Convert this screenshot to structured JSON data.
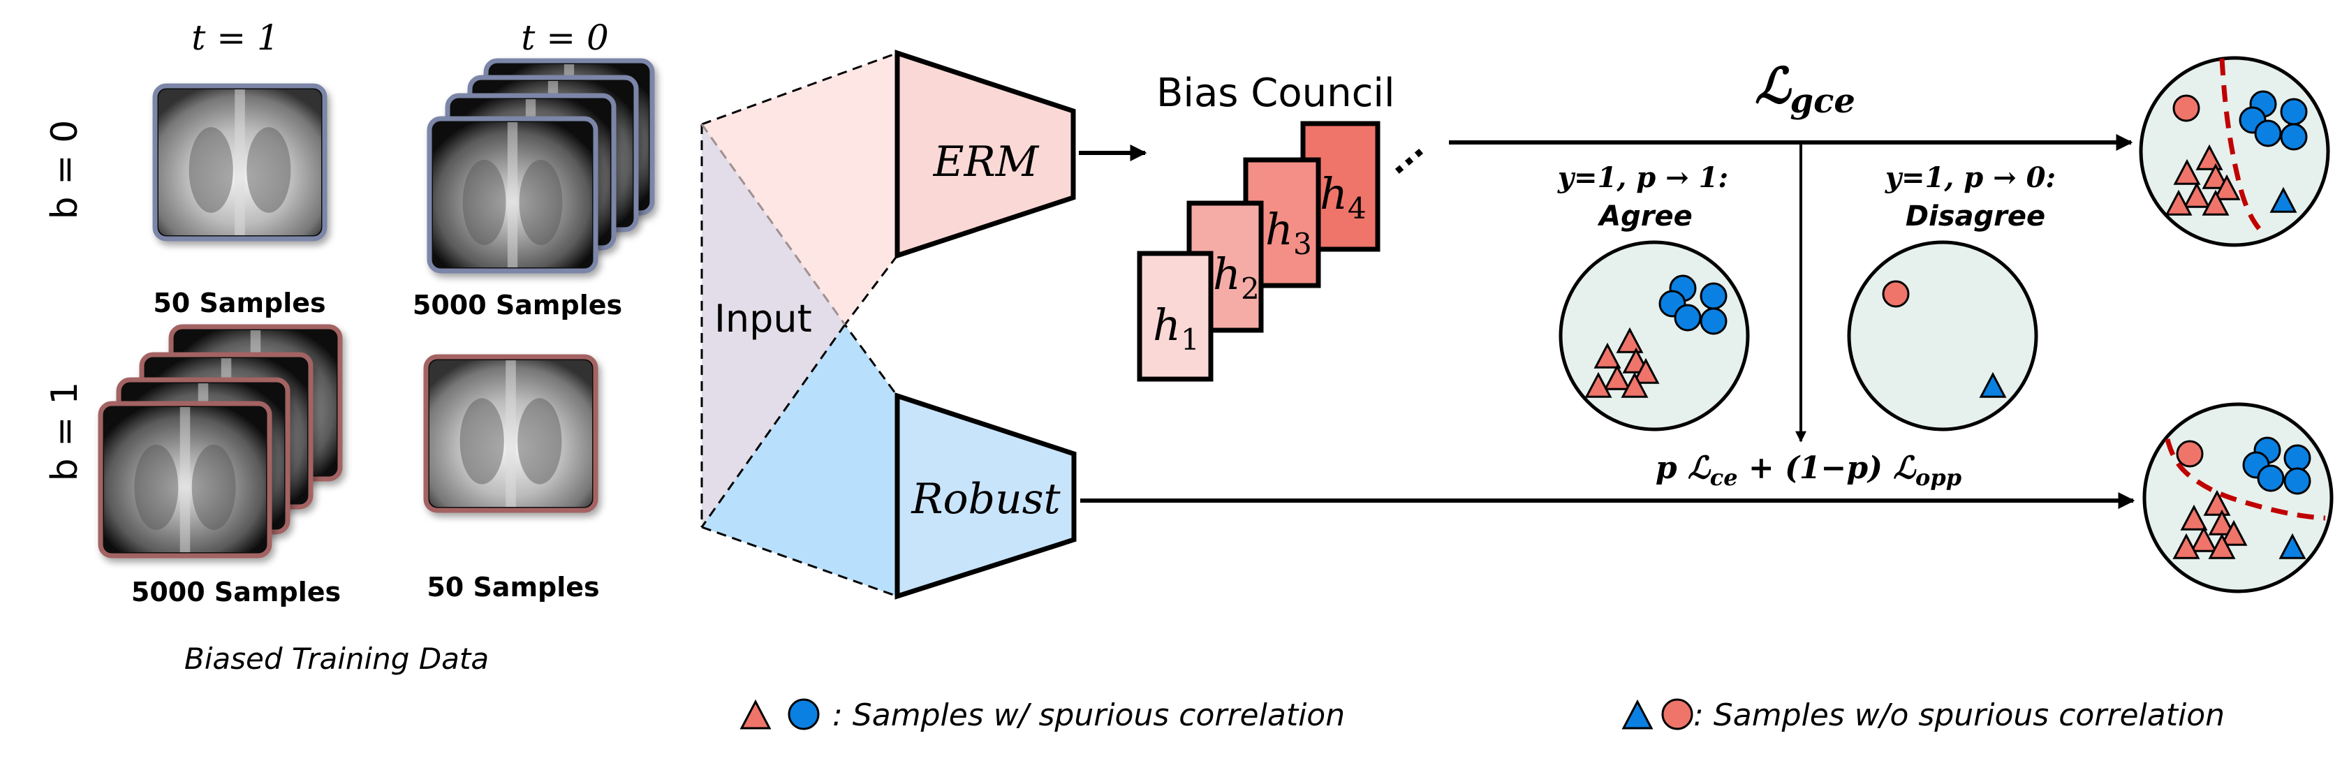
{
  "left_panel": {
    "col_labels": [
      "t = 1",
      "t = 0"
    ],
    "row_labels": [
      "b = 0",
      "b = 1"
    ],
    "counts": {
      "b0_t1": "50 Samples",
      "b0_t0": "5000 Samples",
      "b1_t1": "5000 Samples",
      "b1_t0": "50 Samples"
    },
    "caption": "Biased Training Data"
  },
  "network": {
    "input_label": "Input",
    "erm_label": "ERM",
    "robust_label": "Robust",
    "council_title": "Bias Council",
    "heads": [
      {
        "base": "h",
        "sub": "1"
      },
      {
        "base": "h",
        "sub": "2"
      },
      {
        "base": "h",
        "sub": "3"
      },
      {
        "base": "h",
        "sub": "4"
      }
    ],
    "ellipsis": "..."
  },
  "losses": {
    "gce": {
      "symbol": "ℒ",
      "sub": "gce"
    },
    "combined": {
      "p": "p ",
      "symbol1": "ℒ",
      "sub1": "ce",
      "middle": " + (1−p) ",
      "symbol2": "ℒ",
      "sub2": "opp"
    }
  },
  "branches": {
    "agree": {
      "condition": "y=1, p → 1:",
      "label": "Agree"
    },
    "disagree": {
      "condition": "y=1, p → 0:",
      "label": "Disagree"
    }
  },
  "legend": {
    "with_spurious": ": Samples w/ spurious correlation",
    "without_spurious": ": Samples w/o spurious correlation"
  },
  "colors": {
    "red_sample": "#ef7469",
    "blue_sample": "#0a80e2",
    "cluster_bg": "#e6f0ec",
    "boundary": "#c00000",
    "erm_fill": "#f9d8d6",
    "robust_fill": "#c8e4fb",
    "t1_border": "#7c86a8",
    "b1_border": "#a46464"
  }
}
